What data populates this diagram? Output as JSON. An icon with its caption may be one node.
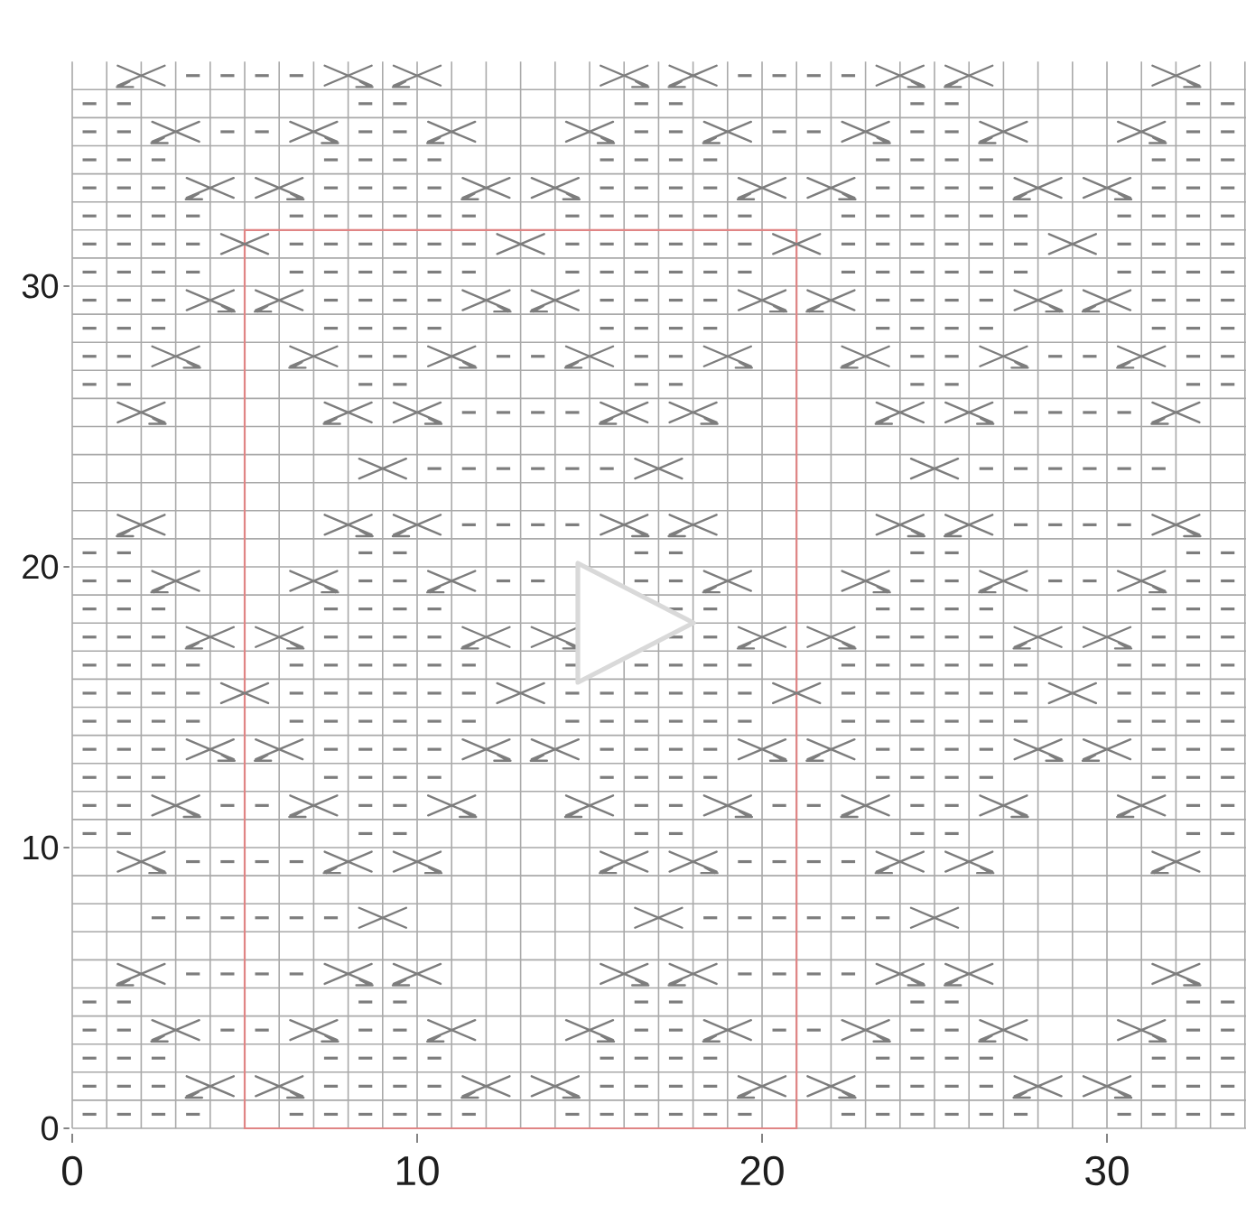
{
  "diagram": {
    "labels": [
      "30",
      "20",
      "10",
      "0",
      "0",
      "10",
      "20",
      "30"
    ]
  }
}
